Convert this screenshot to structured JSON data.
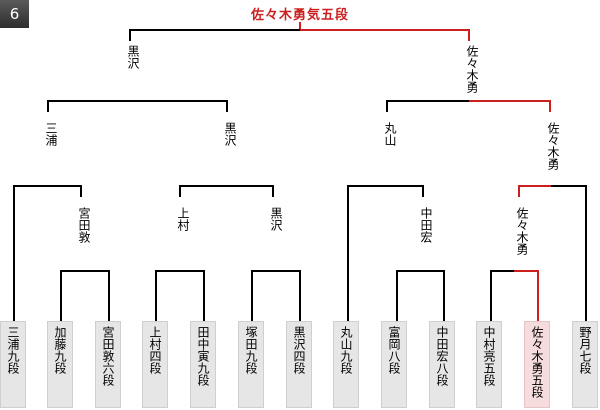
{
  "header": {
    "round_badge": "6",
    "champion": "佐々木勇気五段"
  },
  "colors": {
    "line": "#000000",
    "winner_path": "#cc1f1f",
    "player_box": "#e6e6e6",
    "winner_box": "#f6dcdc"
  },
  "final": {
    "left": "黒沢",
    "right": "佐々木勇"
  },
  "semifinals": [
    "三浦",
    "黒沢",
    "丸山",
    "佐々木勇"
  ],
  "quarterfinals": [
    "宮田敦",
    "上村",
    "黒沢",
    "中田宏",
    "佐々木勇"
  ],
  "players": [
    {
      "name": "三浦九段"
    },
    {
      "name": "加藤九段"
    },
    {
      "name": "宮田敦六段"
    },
    {
      "name": "上村四段"
    },
    {
      "name": "田中寅九段"
    },
    {
      "name": "塚田九段"
    },
    {
      "name": "黒沢四段"
    },
    {
      "name": "丸山九段"
    },
    {
      "name": "富岡八段"
    },
    {
      "name": "中田宏八段"
    },
    {
      "name": "中村亮五段"
    },
    {
      "name": "佐々木勇五段",
      "winner": true
    },
    {
      "name": "野月七段"
    }
  ]
}
